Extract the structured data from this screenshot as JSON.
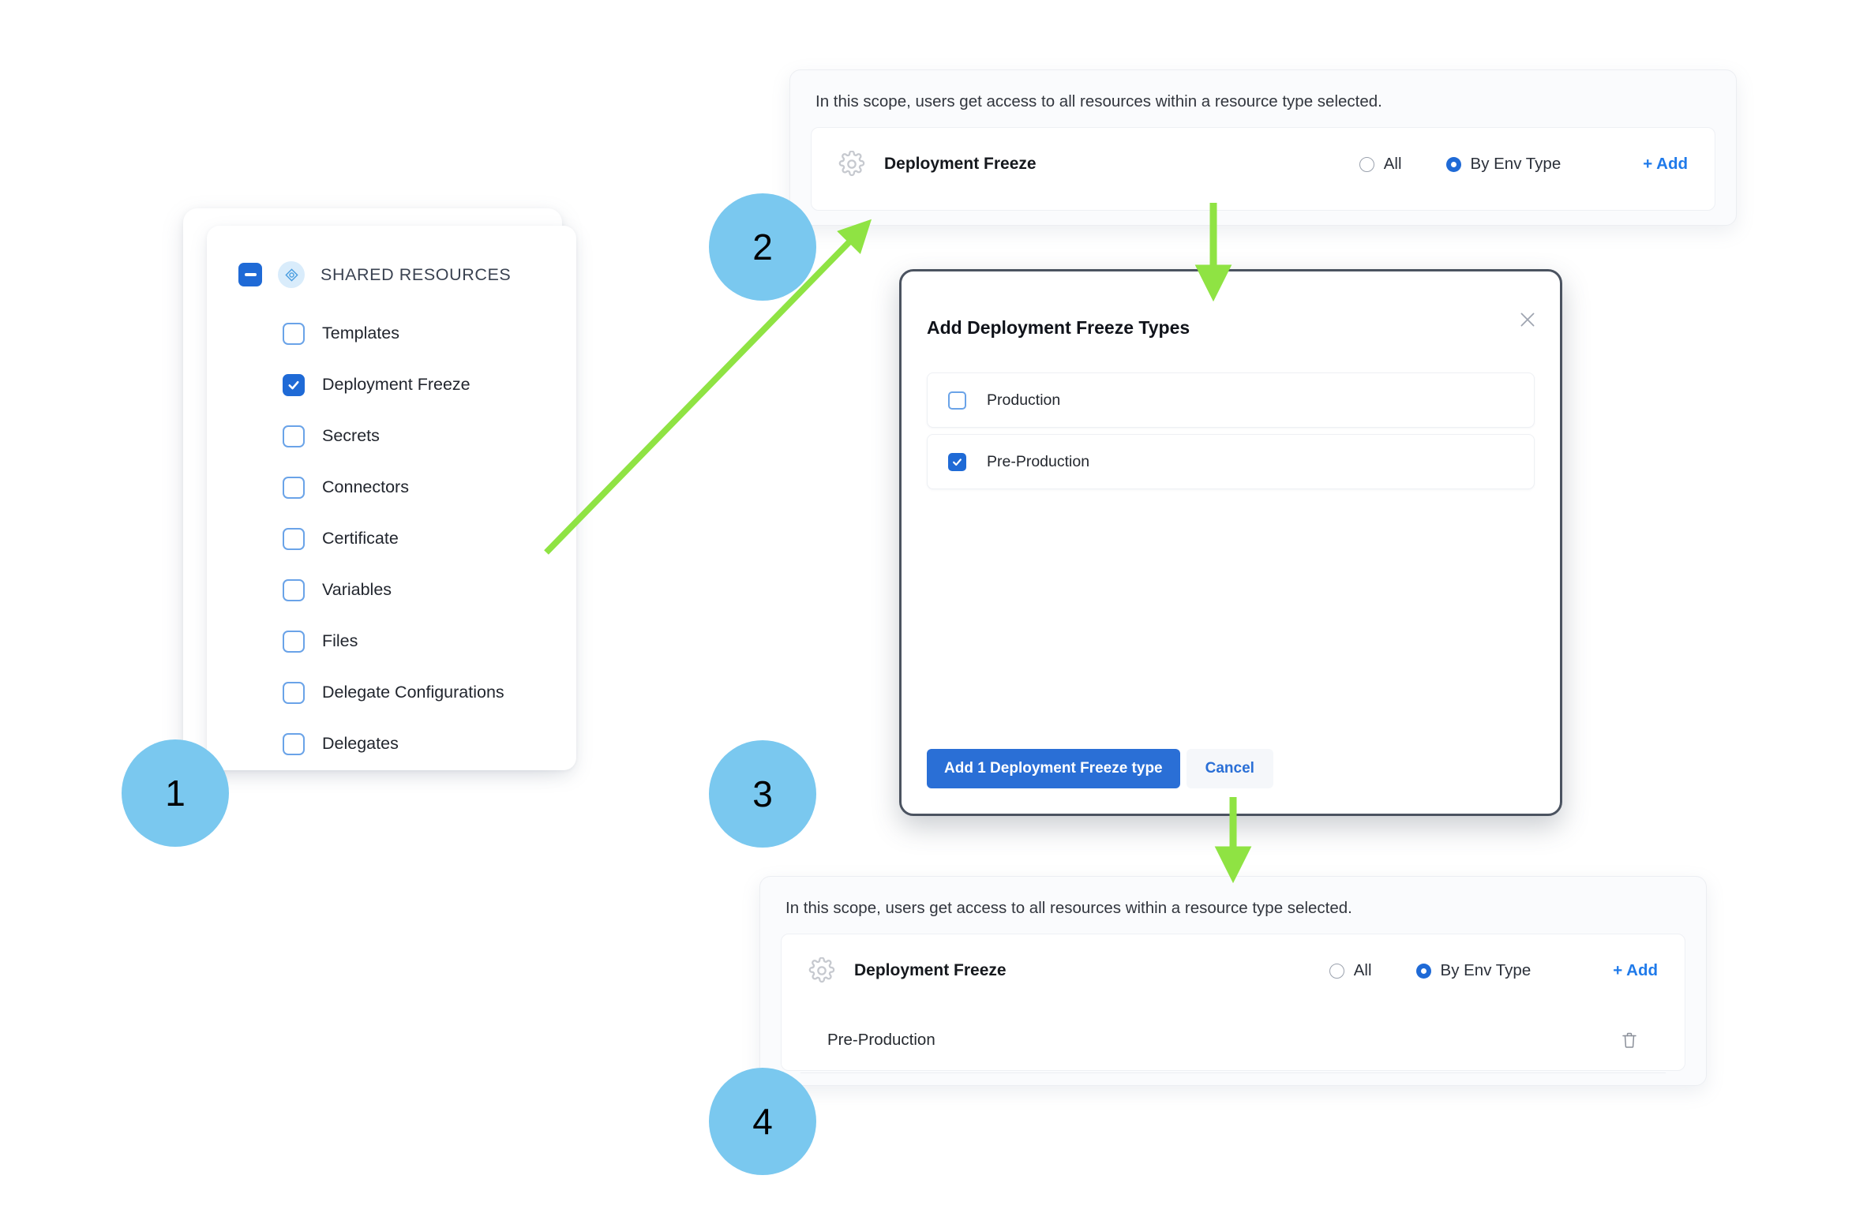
{
  "steps": [
    {
      "number": "1"
    },
    {
      "number": "2"
    },
    {
      "number": "3"
    },
    {
      "number": "4"
    }
  ],
  "shared_resources": {
    "header_label": "SHARED RESOURCES",
    "items": [
      {
        "label": "Templates",
        "checked": false
      },
      {
        "label": "Deployment Freeze",
        "checked": true
      },
      {
        "label": "Secrets",
        "checked": false
      },
      {
        "label": "Connectors",
        "checked": false
      },
      {
        "label": "Certificate",
        "checked": false
      },
      {
        "label": "Variables",
        "checked": false
      },
      {
        "label": "Files",
        "checked": false
      },
      {
        "label": "Delegate Configurations",
        "checked": false
      },
      {
        "label": "Delegates",
        "checked": false
      }
    ]
  },
  "scope_panel_before": {
    "note": "In this scope, users get access to all resources within a resource type selected.",
    "resource_name": "Deployment Freeze",
    "radio_all_label": "All",
    "radio_env_label": "By Env Type",
    "radio_selected": "By Env Type",
    "add_label": "+ Add"
  },
  "scope_panel_after": {
    "note": "In this scope, users get access to all resources within a resource type selected.",
    "resource_name": "Deployment Freeze",
    "radio_all_label": "All",
    "radio_env_label": "By Env Type",
    "radio_selected": "By Env Type",
    "add_label": "+ Add",
    "selected_values": [
      {
        "label": "Pre-Production"
      }
    ]
  },
  "modal": {
    "title": "Add Deployment Freeze Types",
    "options": [
      {
        "label": "Production",
        "checked": false
      },
      {
        "label": "Pre-Production",
        "checked": true
      }
    ],
    "primary_button": "Add 1 Deployment Freeze type",
    "secondary_button": "Cancel"
  },
  "colors": {
    "accent_blue": "#1f6ad6",
    "link_blue": "#1f7aea",
    "badge_blue": "#7ac8ef",
    "arrow_green": "#8fe343",
    "modal_border": "#4b5360"
  }
}
